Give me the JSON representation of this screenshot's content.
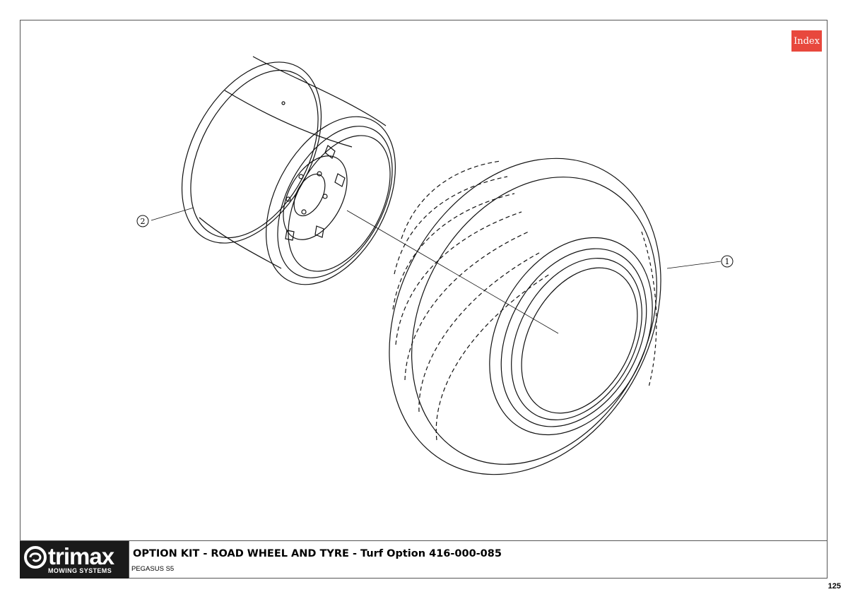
{
  "index_button": {
    "label": "Index"
  },
  "callouts": [
    {
      "number": "1",
      "part": "tyre"
    },
    {
      "number": "2",
      "part": "rim"
    }
  ],
  "title_block": {
    "brand": "trimax",
    "brand_sub": "MOWING SYSTEMS",
    "title": "OPTION KIT - ROAD WHEEL AND TYRE - Turf Option 416-000-085",
    "model": "PEGASUS S5"
  },
  "page_number": "125",
  "colors": {
    "index_button": "#e8483d",
    "logo_bg": "#1a1a1a",
    "frame": "#555555"
  }
}
